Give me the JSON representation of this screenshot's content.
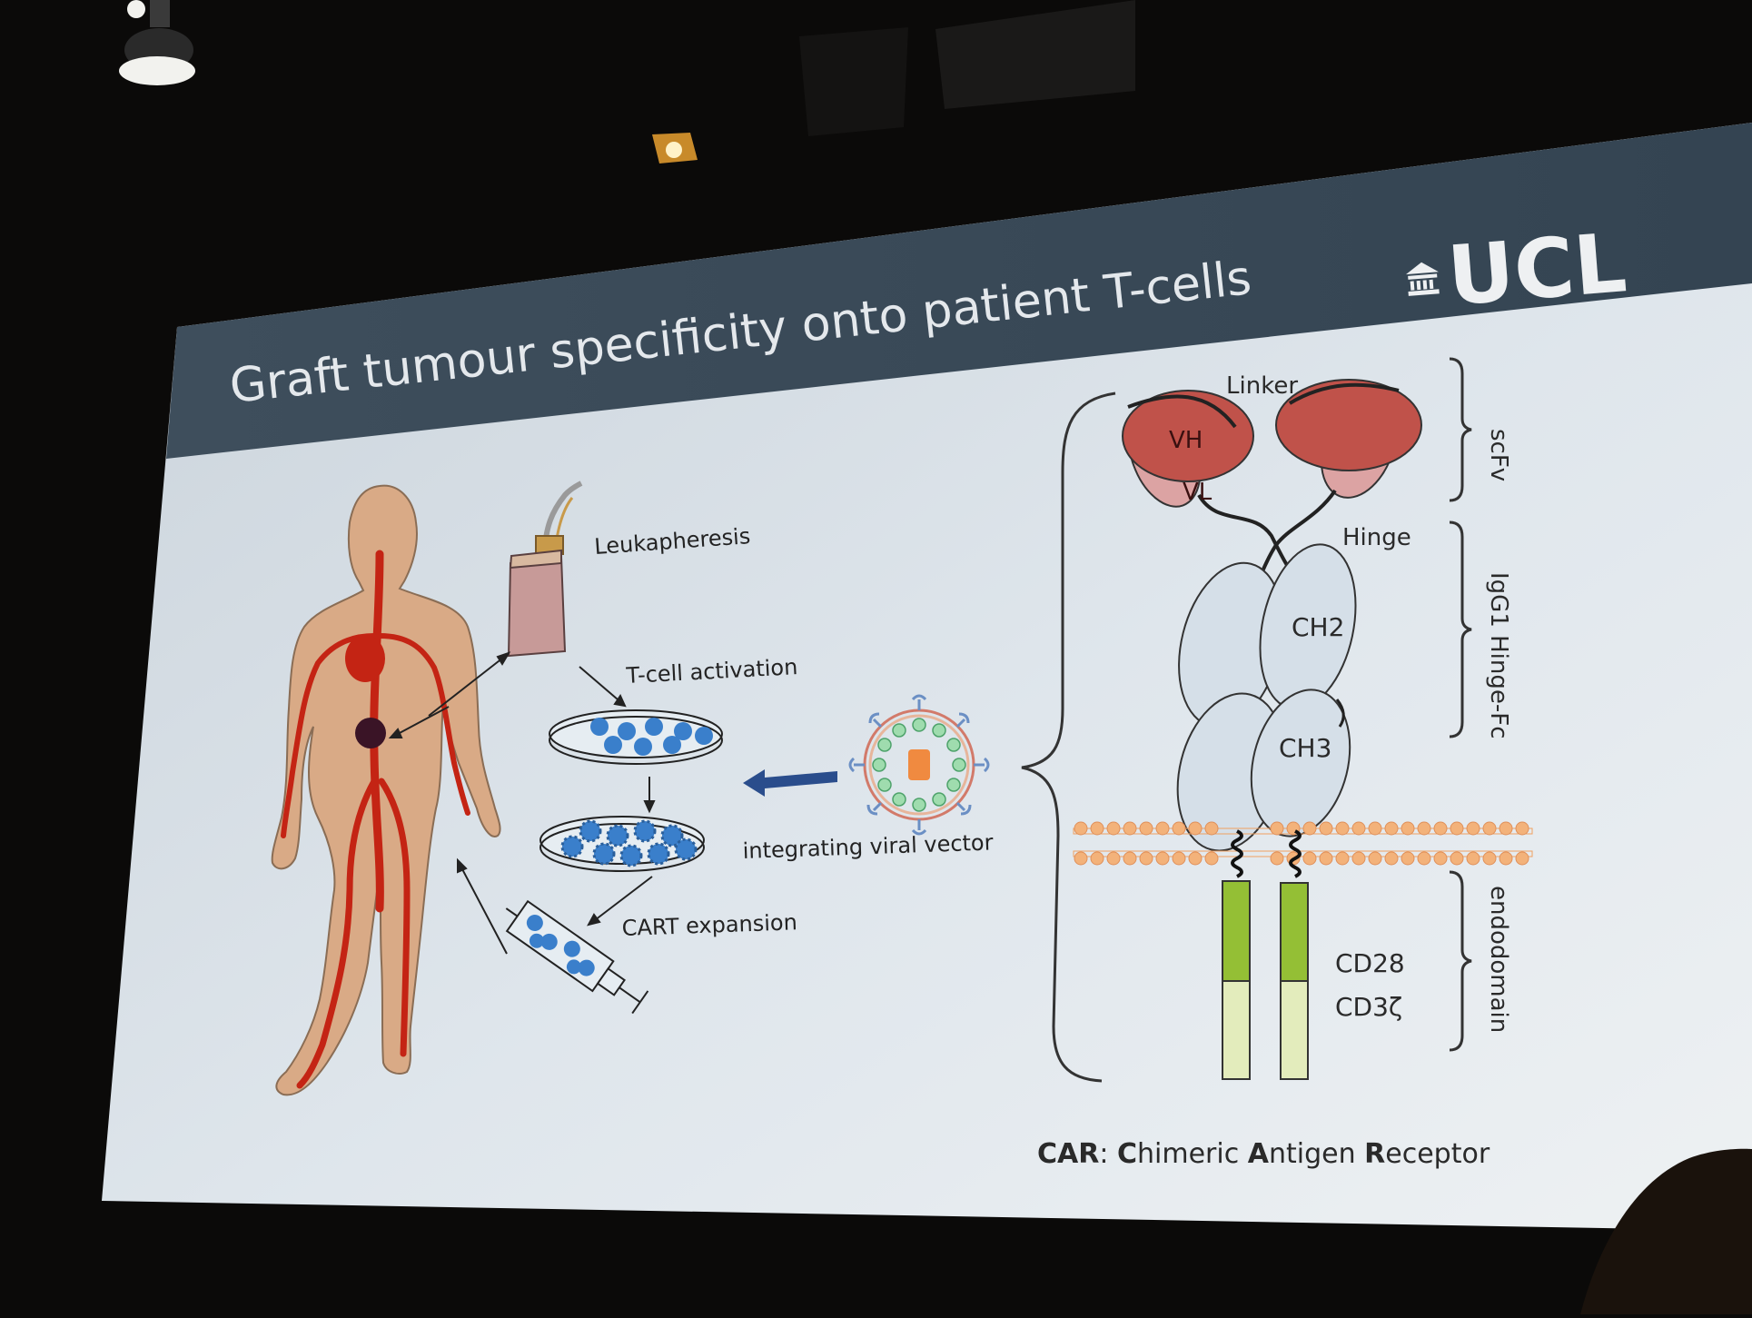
{
  "slide": {
    "title": "Graft tumour specificity onto patient T-cells",
    "logo_text": "UCL",
    "colors": {
      "header_band": "#3a4a58",
      "slide_bg": "#d9e1e8",
      "body_skin": "#d9aa86",
      "vessel": "#c42414",
      "tumour": "#3a1426",
      "bag": "#c79a98",
      "cells": "#3a7fcb",
      "arrow_blue": "#2a4d8c",
      "scfv_red": "#c0524a",
      "scfv_pink": "#dca3a3",
      "fc_grey": "#d5dfe8",
      "membrane": "#f3b27a",
      "cd28_green": "#94bf35",
      "cd3z_green": "#e3ecbc"
    }
  },
  "workflow": {
    "leukapheresis": "Leukapheresis",
    "activation": "T-cell activation",
    "vector": "integrating viral vector",
    "expansion": "CART expansion"
  },
  "car_diagram": {
    "linker": "Linker",
    "vh": "VH",
    "vl": "VL",
    "hinge": "Hinge",
    "ch2": "CH2",
    "ch3": "CH3",
    "cd28": "CD28",
    "cd3z": "CD3ζ",
    "region_scfv": "scFv",
    "region_igg1": "IgG1 Hinge-Fc",
    "region_endo": "endodomain"
  },
  "footer": {
    "car": "CAR",
    "sep": ": ",
    "c": "C",
    "himeric": "himeric ",
    "a": "A",
    "ntigen": "ntigen ",
    "r": "R",
    "eceptor": "eceptor"
  }
}
